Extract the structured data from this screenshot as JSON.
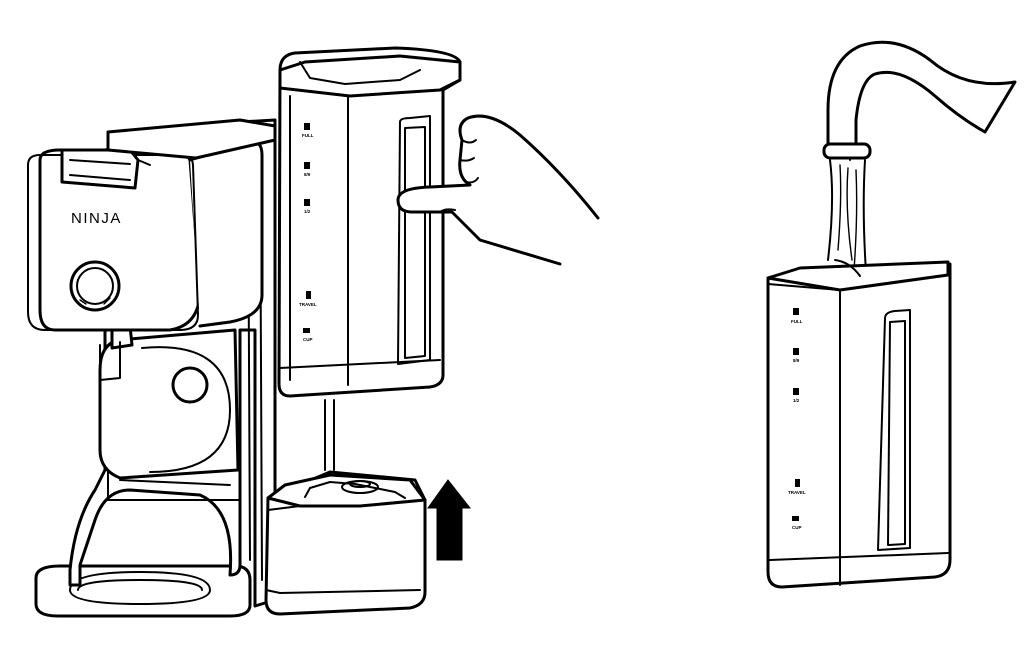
{
  "brand": {
    "logo_text": "NINJA"
  },
  "reservoir_markings": [
    "FULL",
    "8/9",
    "1/2",
    "TRAVEL",
    "CUP"
  ],
  "colors": {
    "line": "#000000",
    "fill": "#ffffff",
    "arrow": "#000000"
  },
  "icons": [
    "up-arrow-icon",
    "faucet-icon",
    "hand-icon",
    "knob-icon"
  ]
}
